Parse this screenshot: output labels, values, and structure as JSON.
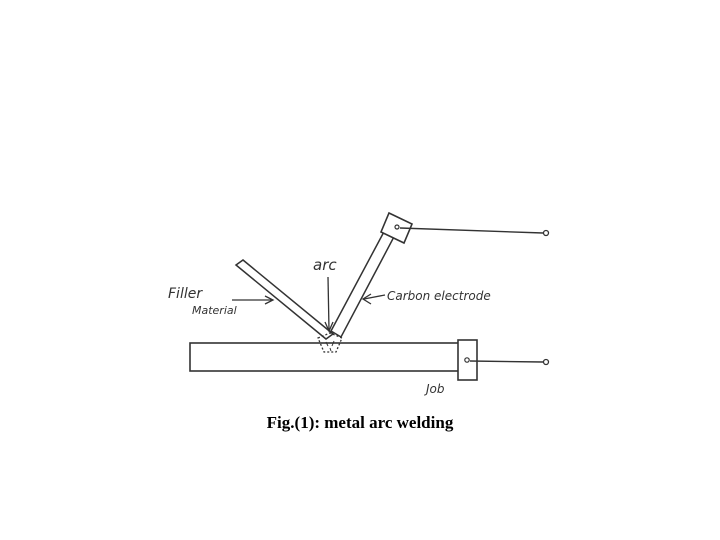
{
  "labels": {
    "arc": "arc",
    "filler_line1": "Filler",
    "filler_line2": "Material",
    "carbon_electrode": "Carbon electrode",
    "job": "Job"
  },
  "caption": "Fig.(1): metal arc welding",
  "colors": {
    "ink": "#333333",
    "background": "#ffffff"
  }
}
